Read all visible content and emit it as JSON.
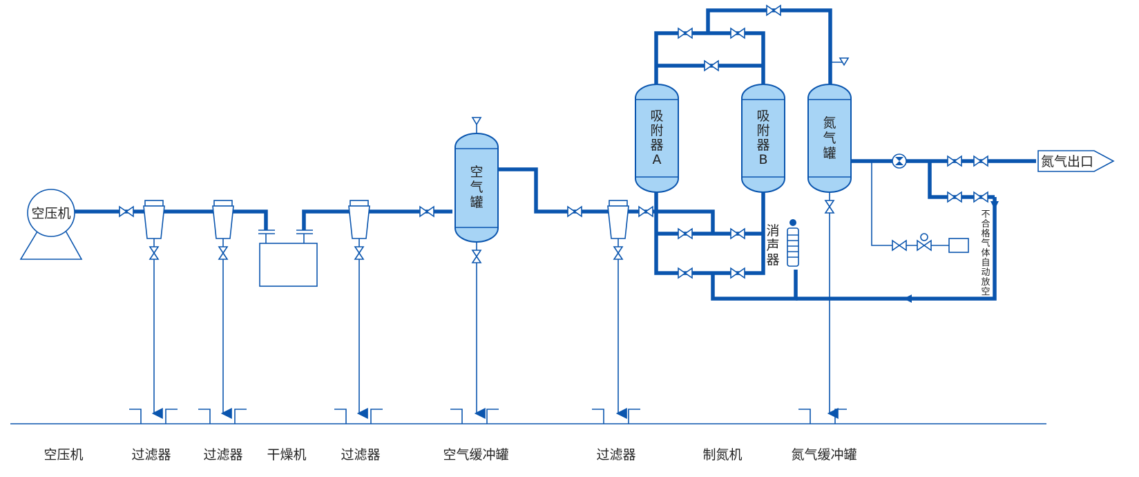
{
  "colors": {
    "pipe": "#0a55ae",
    "tank_fill": "#a7d4f5",
    "text": "#222222"
  },
  "equipment": {
    "compressor": "空压机",
    "air_tank": [
      "空",
      "气",
      "罐"
    ],
    "adsorber_a": [
      "吸",
      "附",
      "器",
      "A"
    ],
    "adsorber_b": [
      "吸",
      "附",
      "器",
      "B"
    ],
    "nitrogen_tank": [
      "氮",
      "气",
      "罐"
    ],
    "muffler": [
      "消",
      "声",
      "器"
    ],
    "outlet": "氮气出口",
    "vent_note": [
      "不",
      "合",
      "格",
      "气",
      "体",
      "自",
      "动",
      "放",
      "空"
    ]
  },
  "bottom_labels": [
    "空压机",
    "过滤器",
    "过滤器",
    "干燥机",
    "过滤器",
    "空气缓冲罐",
    "过滤器",
    "制氮机",
    "氮气缓冲罐"
  ]
}
